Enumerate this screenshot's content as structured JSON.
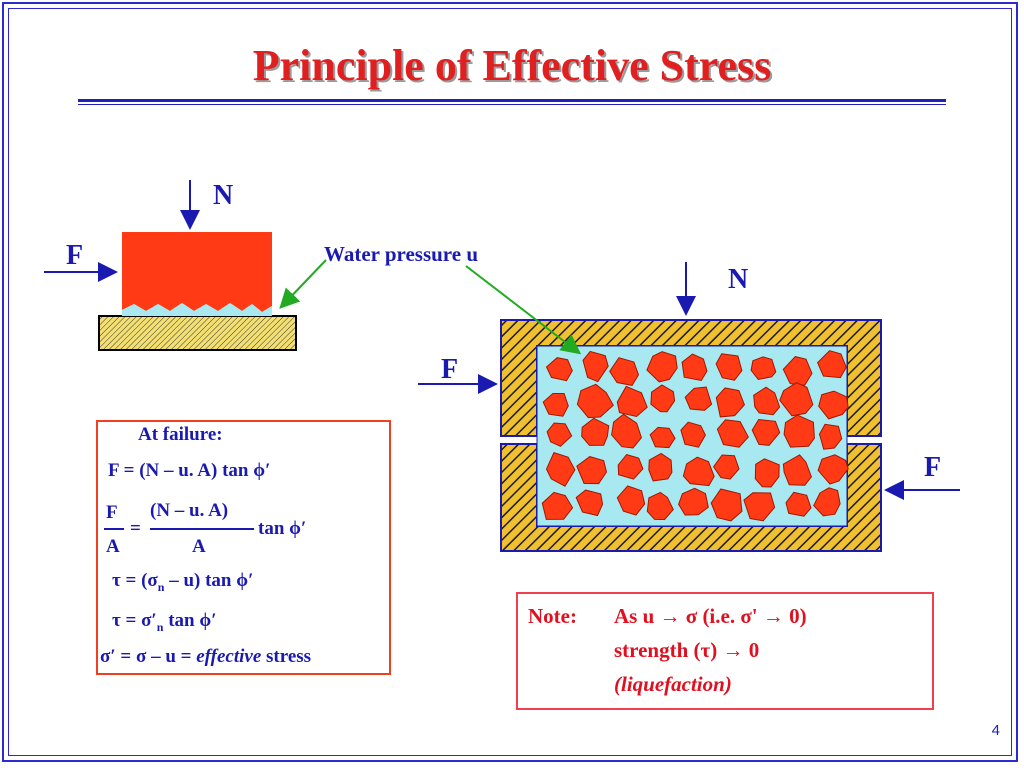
{
  "slide": {
    "title": "Principle of Effective Stress",
    "page_number": "4"
  },
  "left_diagram": {
    "normal_force": "N",
    "shear_force": "F",
    "water_label": "Water pressure u"
  },
  "right_diagram": {
    "normal_force": "N",
    "shear_force_left": "F",
    "shear_force_right": "F"
  },
  "equations": {
    "heading": "At failure:",
    "eq1": "F = (N – u. A) tan ϕ′",
    "eq2_num_left": "F",
    "eq2_den_left": "A",
    "eq2_equals": "=",
    "eq2_num_right": "(N – u. A)",
    "eq2_den_right": "A",
    "eq2_tail": "tan ϕ′",
    "eq3": "τ = (σ",
    "eq3_sub": "n",
    "eq3_tail": " – u) tan ϕ′",
    "eq4": "τ = σ′",
    "eq4_sub": "n",
    "eq4_tail": " tan ϕ′",
    "eq5_pre": "σ′ = σ – u = ",
    "eq5_italic": "effective",
    "eq5_post": " stress"
  },
  "note": {
    "label": "Note:",
    "line1": "As u → σ (i.e. σ'  → 0)",
    "line2": "strength (τ)  → 0",
    "line3": "(liquefaction)"
  },
  "colors": {
    "title": "#e02020",
    "text": "#1a1ab0",
    "block": "#ff3a14",
    "grain": "#ff3a14",
    "water": "#a8e8f0",
    "hatch_fill": "#f0c030",
    "leader": "#22aa22"
  }
}
